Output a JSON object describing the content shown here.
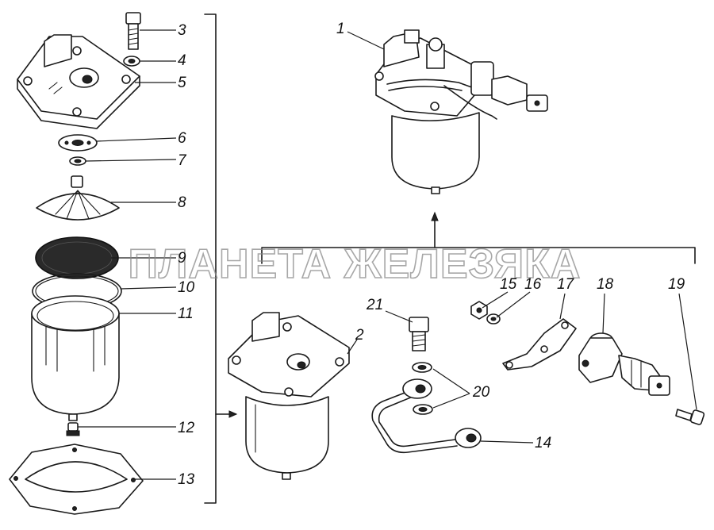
{
  "watermark": "ПЛАНЕТА ЖЕЛЕЗЯКА",
  "callouts": {
    "c1": "1",
    "c2": "2",
    "c3": "3",
    "c4": "4",
    "c5": "5",
    "c6": "6",
    "c7": "7",
    "c8": "8",
    "c9": "9",
    "c10": "10",
    "c11": "11",
    "c12": "12",
    "c13": "13",
    "c14": "14",
    "c15": "15",
    "c16": "16",
    "c17": "17",
    "c18": "18",
    "c19": "19",
    "c20": "20",
    "c21": "21"
  }
}
